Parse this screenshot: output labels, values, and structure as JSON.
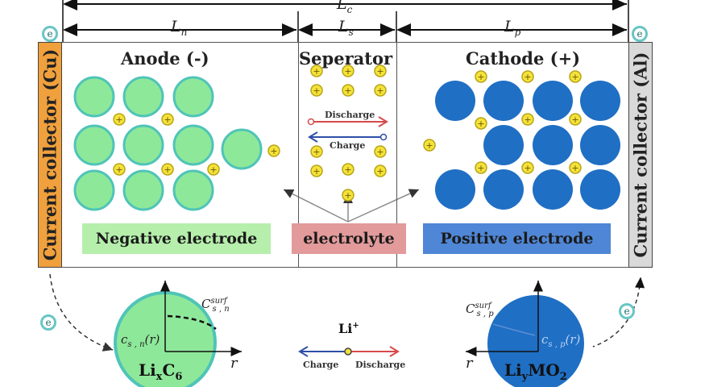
{
  "labels": {
    "lc": "L",
    "lc_sub": "c",
    "ln": "L",
    "ln_sub": "n",
    "ls": "L",
    "ls_sub": "s",
    "lp": "L",
    "lp_sub": "p",
    "anode": "Anode (-)",
    "separator": "Seperator",
    "cathode": "Cathode (+)",
    "cc_left": "Current collector (Cu)",
    "cc_right": "Current collector (Al)",
    "negative_electrode": "Negative electrode",
    "electrolyte": "electrolyte",
    "positive_electrode": "Positive electrode",
    "discharge": "Discharge",
    "charge": "Charge",
    "electron": "e",
    "li_plus": "Li",
    "li_plus_sup": "+",
    "bottom_charge": "Charge",
    "bottom_discharge": "Discharge",
    "r_left": "r",
    "r_right": "r",
    "anode_formula": "Li",
    "anode_formula_sub1": "x",
    "anode_formula_rest": "C",
    "anode_formula_sub2": "6",
    "cathode_formula": "Li",
    "cathode_formula_sub1": "y",
    "cathode_formula_rest": "MO",
    "cathode_formula_sub2": "2",
    "cs_surf_n": "C",
    "cs_surf_n_sup": "surf",
    "cs_surf_n_sub": "s , n",
    "cs_n_r": "c",
    "cs_n_r_sub": "s , n",
    "cs_n_r_arg": "(r)",
    "cs_surf_p": "C",
    "cs_surf_p_sup": "surf",
    "cs_surf_p_sub": "s , p",
    "cs_p_r": "c",
    "cs_p_r_sub": "s , p",
    "cs_p_r_arg": "(r)",
    "plus": "+"
  },
  "colors": {
    "anode_particle": "#8ee89a",
    "anode_particle_edge": "#4fc4b8",
    "cathode_particle": "#1f6fc4",
    "ion": "#f5e23a",
    "ion_edge": "#b8a516",
    "negative_box": "#b6efac",
    "electrolyte_box": "#e29a9a",
    "positive_box": "#4f86d6",
    "cc_cu": "#f0a03c",
    "cc_al": "#d9d9d9",
    "discharge_arrow": "#d64a4a",
    "charge_arrow": "#2f4fa8"
  }
}
